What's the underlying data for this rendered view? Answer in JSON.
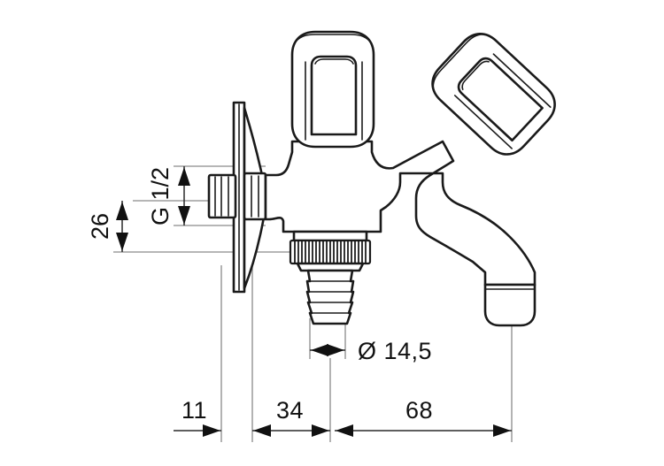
{
  "drawing": {
    "kind": "technical-line-drawing",
    "subject": "wall-mounted dual-outlet angle valve with hose connector",
    "background_color": "#ffffff",
    "line_color": "#1a1a1a",
    "dimension_line_color": "#2a2a2a",
    "extension_line_color": "#8a8a8a"
  },
  "dimensions": {
    "thread_label": "G 1/2",
    "height_26": "26",
    "diameter_label": "Ø 14,5",
    "offset_11": "11",
    "length_34": "34",
    "length_68": "68"
  },
  "parts": {
    "left_handle": "left-valve-handle",
    "right_handle": "right-valve-handle",
    "wall_flange": "wall-escutcheon-flange",
    "inlet_nipple": "threaded-inlet-nipple",
    "knurled_ring": "knurled-coupling-ring",
    "hose_barb": "barbed-hose-nozzle",
    "spout": "outlet-spout",
    "aerator": "aerator-outlet-housing"
  }
}
